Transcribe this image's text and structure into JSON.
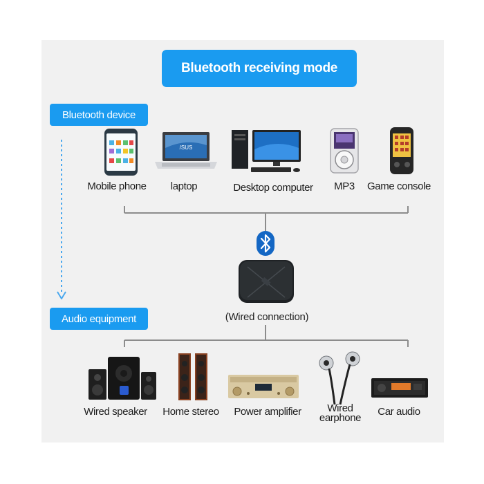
{
  "title": "Bluetooth receiving mode",
  "sections": {
    "top_tag": "Bluetooth device",
    "bottom_tag": "Audio equipment"
  },
  "source_devices": [
    {
      "label": "Mobile phone",
      "icon": "mobile-phone-icon"
    },
    {
      "label": "laptop",
      "icon": "laptop-icon"
    },
    {
      "label": "Desktop computer",
      "icon": "desktop-computer-icon"
    },
    {
      "label": "MP3",
      "icon": "mp3-player-icon"
    },
    {
      "label": "Game console",
      "icon": "game-console-icon"
    }
  ],
  "center": {
    "icon": "bluetooth-icon",
    "device_icon": "bluetooth-receiver-icon",
    "label": "(Wired connection)"
  },
  "audio_devices": [
    {
      "label": "Wired speaker",
      "icon": "speaker-icon"
    },
    {
      "label": "Home stereo",
      "icon": "home-stereo-icon"
    },
    {
      "label": "Power amplifier",
      "icon": "power-amplifier-icon"
    },
    {
      "label_line1": "Wired",
      "label_line2": "earphone",
      "icon": "earphone-icon"
    },
    {
      "label": "Car audio",
      "icon": "car-audio-icon"
    }
  ],
  "colors": {
    "accent": "#1a9bf0",
    "panel": "#f1f1f1",
    "connector": "#888888"
  }
}
